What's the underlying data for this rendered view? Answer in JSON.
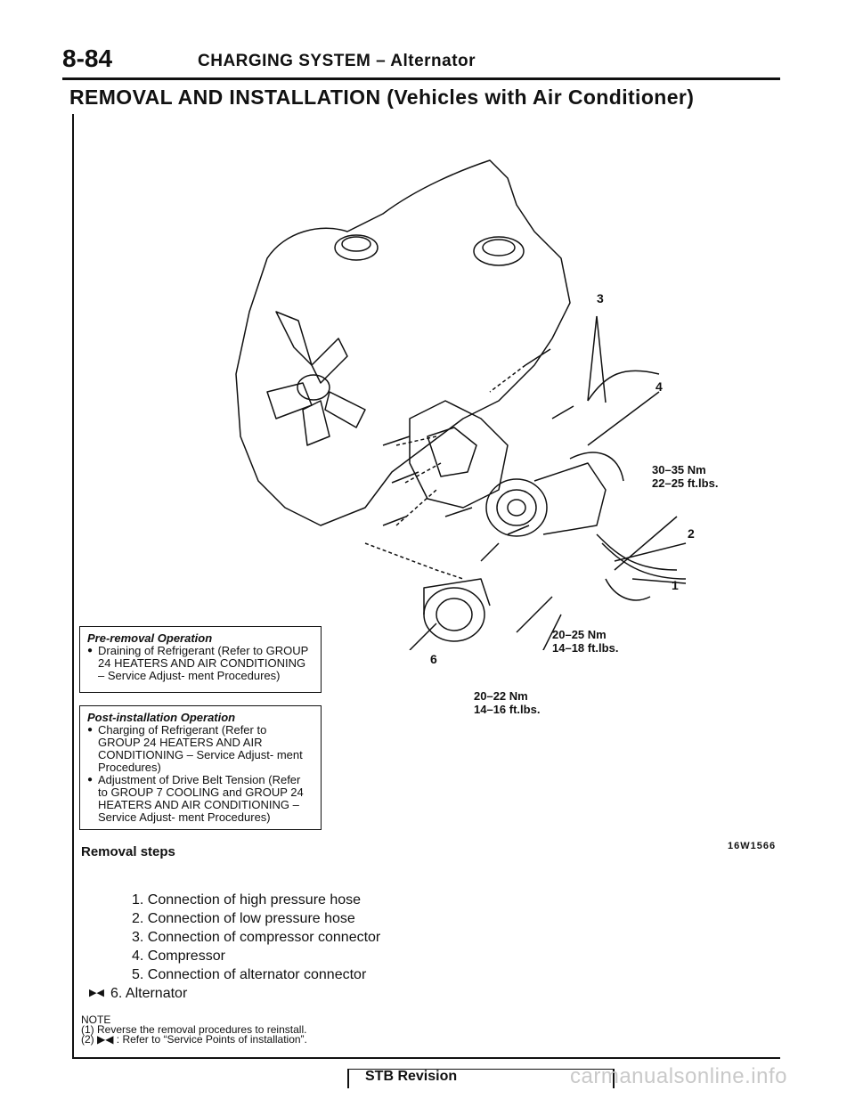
{
  "header": {
    "page_number": "8-84",
    "section_title": "CHARGING SYSTEM – Alternator",
    "heading": "REMOVAL AND INSTALLATION (Vehicles with Air Conditioner)"
  },
  "diagram": {
    "callouts": [
      "3",
      "4",
      "2",
      "1",
      "6"
    ],
    "torques": {
      "compressor_top_nm": "30–35 Nm",
      "compressor_top_ftlbs": "22–25 ft.lbs.",
      "alternator_upper_nm": "20–25 Nm",
      "alternator_upper_ftlbs": "14–18 ft.lbs.",
      "alternator_lower_nm": "20–22 Nm",
      "alternator_lower_ftlbs": "14–16 ft.lbs."
    },
    "figure_code": "16W1566"
  },
  "pre_removal": {
    "title": "Pre-removal Operation",
    "items": [
      "Draining of Refrigerant (Refer to GROUP 24 HEATERS AND AIR CONDITIONING – Service Adjust- ment Procedures)"
    ]
  },
  "post_installation": {
    "title": "Post-installation Operation",
    "items": [
      "Charging of Refrigerant (Refer to GROUP 24 HEATERS AND AIR CONDITIONING – Service Adjust- ment Procedures)",
      "Adjustment of Drive Belt Tension (Refer to GROUP 7 COOLING and GROUP 24 HEATERS AND AIR CONDITIONING – Service Adjust- ment Procedures)"
    ]
  },
  "removal": {
    "label": "Removal steps",
    "steps": [
      "1. Connection of high pressure hose",
      "2. Connection of low pressure hose",
      "3. Connection of compressor connector",
      "4. Compressor",
      "5. Connection of alternator connector",
      "6. Alternator"
    ],
    "service_mark": "▶◀"
  },
  "note": {
    "title": "NOTE",
    "lines": [
      "(1) Reverse the removal procedures to reinstall.",
      "(2) ▶◀ : Refer to “Service Points of installation”."
    ]
  },
  "footer": {
    "label": "STB Revision",
    "watermark": "carmanualsonline.info"
  }
}
